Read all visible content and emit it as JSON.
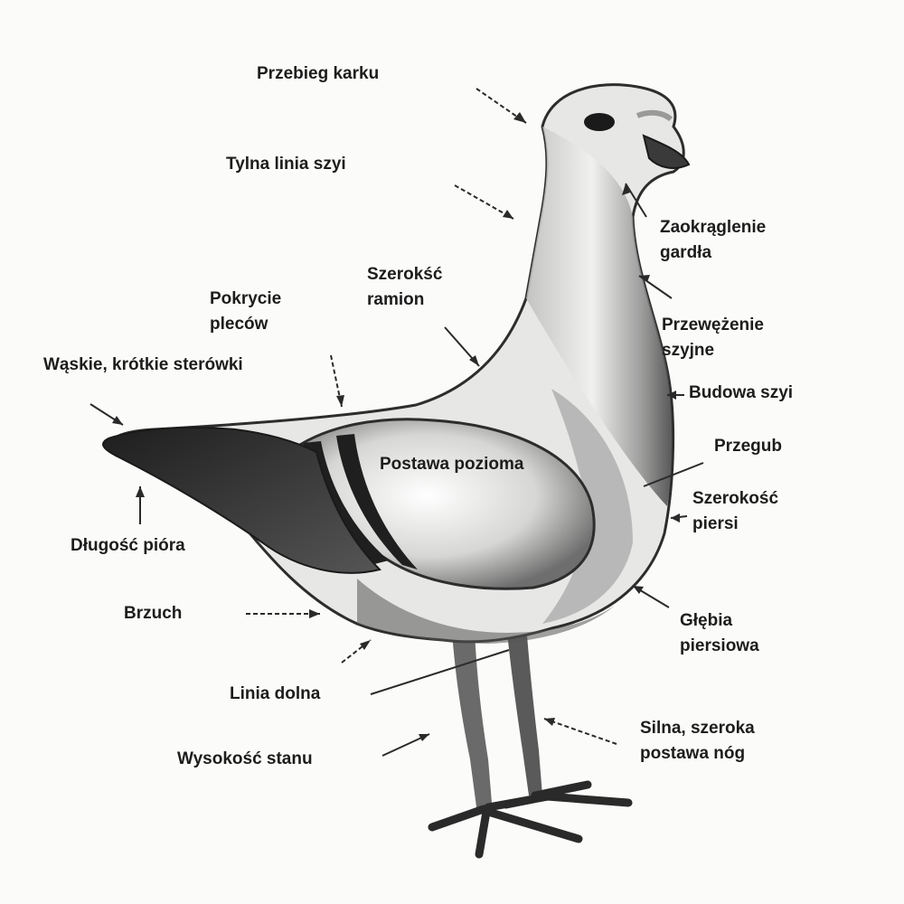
{
  "diagram": {
    "labels": {
      "przebieg_karku": "Przebieg karku",
      "tylna_linia_szyi": "Tylna linia szyi",
      "zaokraglenie_gardla_1": "Zaokrąglenie",
      "zaokraglenie_gardla_2": "gardła",
      "szerokosc_ramion_1": "Szerokść",
      "szerokosc_ramion_2": "ramion",
      "pokrycie_plecow_1": "Pokrycie",
      "pokrycie_plecow_2": "pleców",
      "przewezenie_szyjne_1": "Przewężenie",
      "przewezenie_szyjne_2": "szyjne",
      "waskie_sterowki": "Wąskie, krótkie sterówki",
      "budowa_szyi": "Budowa szyi",
      "przegub": "Przegub",
      "postawa_pozioma": "Postawa pozioma",
      "szerokosc_piersi_1": "Szerokość",
      "szerokosc_piersi_2": "piersi",
      "dlugosc_piora": "Długość pióra",
      "brzuch": "Brzuch",
      "glebia_piersiowa_1": "Głębia",
      "glebia_piersiowa_2": "piersiowa",
      "linia_dolna": "Linia dolna",
      "silna_postawa_nog_1": "Silna, szeroka",
      "silna_postawa_nog_2": "postawa nóg",
      "wysokosc_stanu": "Wysokość stanu"
    },
    "colors": {
      "ink": "#1d1d1d",
      "plumage_dark": "#2a2a2a",
      "plumage_mid": "#8a8a8a",
      "plumage_light": "#efefec"
    }
  }
}
